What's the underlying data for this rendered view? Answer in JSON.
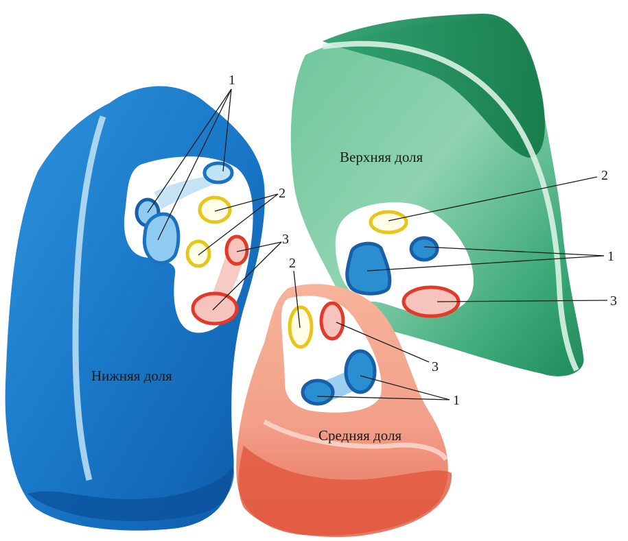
{
  "lobes": {
    "upper": {
      "label": "Верхняя доля",
      "color": "#3aa86f"
    },
    "lower": {
      "label": "Нижняя доля",
      "color": "#1f78c8"
    },
    "middle": {
      "label": "Средняя доля",
      "color": "#e8705a"
    }
  },
  "numbers": {
    "bronchus": "1",
    "vein": "2",
    "artery": "3"
  },
  "colors": {
    "bronchus": "#2a8fd0",
    "vein": "#e8c619",
    "artery": "#e23a2a",
    "hilum": "#ffffff"
  }
}
